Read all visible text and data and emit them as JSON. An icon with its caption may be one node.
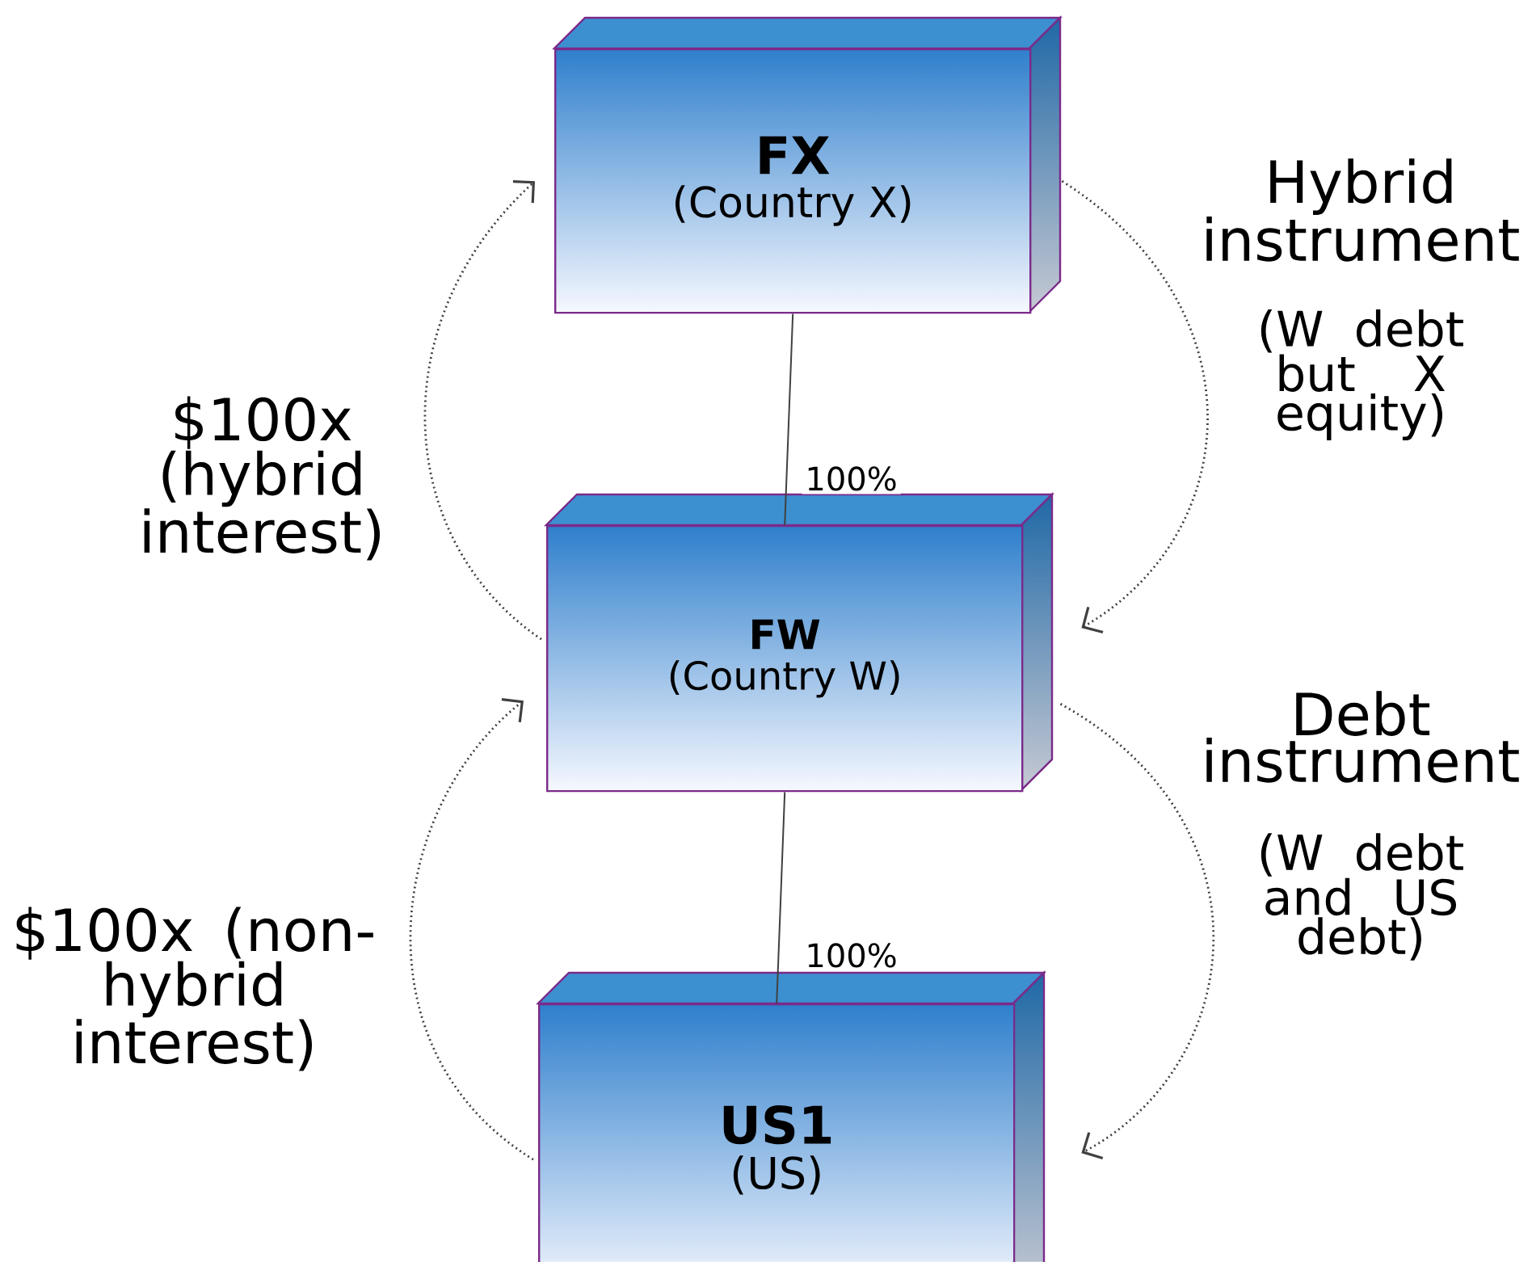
{
  "diagram": {
    "nodes": [
      {
        "text": [
          "FX",
          "(Country X)"
        ]
      },
      {
        "text": [
          "FW",
          "(Country W)"
        ]
      },
      {
        "text": [
          "US1",
          "(US)"
        ]
      }
    ],
    "edges": [
      {
        "from": 0,
        "to": 1,
        "arrow": "none",
        "label": "100%"
      },
      {
        "from": 1,
        "to": 2,
        "arrow": "none",
        "label": "100%"
      },
      {
        "from": 1,
        "to": 0,
        "arrow": "to",
        "style": "dashed",
        "label": "$100x (hybrid interest)"
      },
      {
        "from": 0,
        "to": 1,
        "arrow": "to",
        "style": "dashed",
        "label": "Hybrid instrument"
      },
      {
        "from": 2,
        "to": 1,
        "arrow": "to",
        "style": "dashed",
        "label": "$100x (non-hybrid interest)"
      },
      {
        "from": 1,
        "to": 2,
        "arrow": "to",
        "style": "dashed",
        "label": "Debt instrument"
      }
    ],
    "labels": [
      "(W debt but X equity)",
      "(W debt and US debt)"
    ]
  }
}
